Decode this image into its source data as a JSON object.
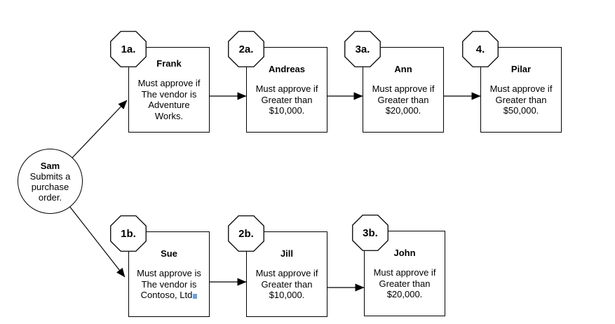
{
  "diagram": {
    "start": {
      "name": "Sam",
      "description": "Submits a\npurchase\norder."
    },
    "approvers": [
      {
        "badge": "1a.",
        "name": "Frank",
        "rule": "Must approve if\nThe vendor is\nAdventure\nWorks."
      },
      {
        "badge": "2a.",
        "name": "Andreas",
        "rule": "Must approve if\nGreater than\n$10,000."
      },
      {
        "badge": "3a.",
        "name": "Ann",
        "rule": "Must approve if\nGreater than\n$20,000."
      },
      {
        "badge": "4.",
        "name": "Pilar",
        "rule": "Must approve if\nGreater than\n$50,000."
      },
      {
        "badge": "1b.",
        "name": "Sue",
        "rule": "Must approve is\nThe vendor is\nContoso, Ltd"
      },
      {
        "badge": "2b.",
        "name": "Jill",
        "rule": "Must approve if\nGreater than\n$10,000."
      },
      {
        "badge": "3b.",
        "name": "John",
        "rule": "Must approve if\nGreater than\n$20,000."
      }
    ],
    "colors": {
      "line": "#000000",
      "shape_fill": "#ffffff",
      "selection_highlight": "#6f9fdf"
    }
  }
}
